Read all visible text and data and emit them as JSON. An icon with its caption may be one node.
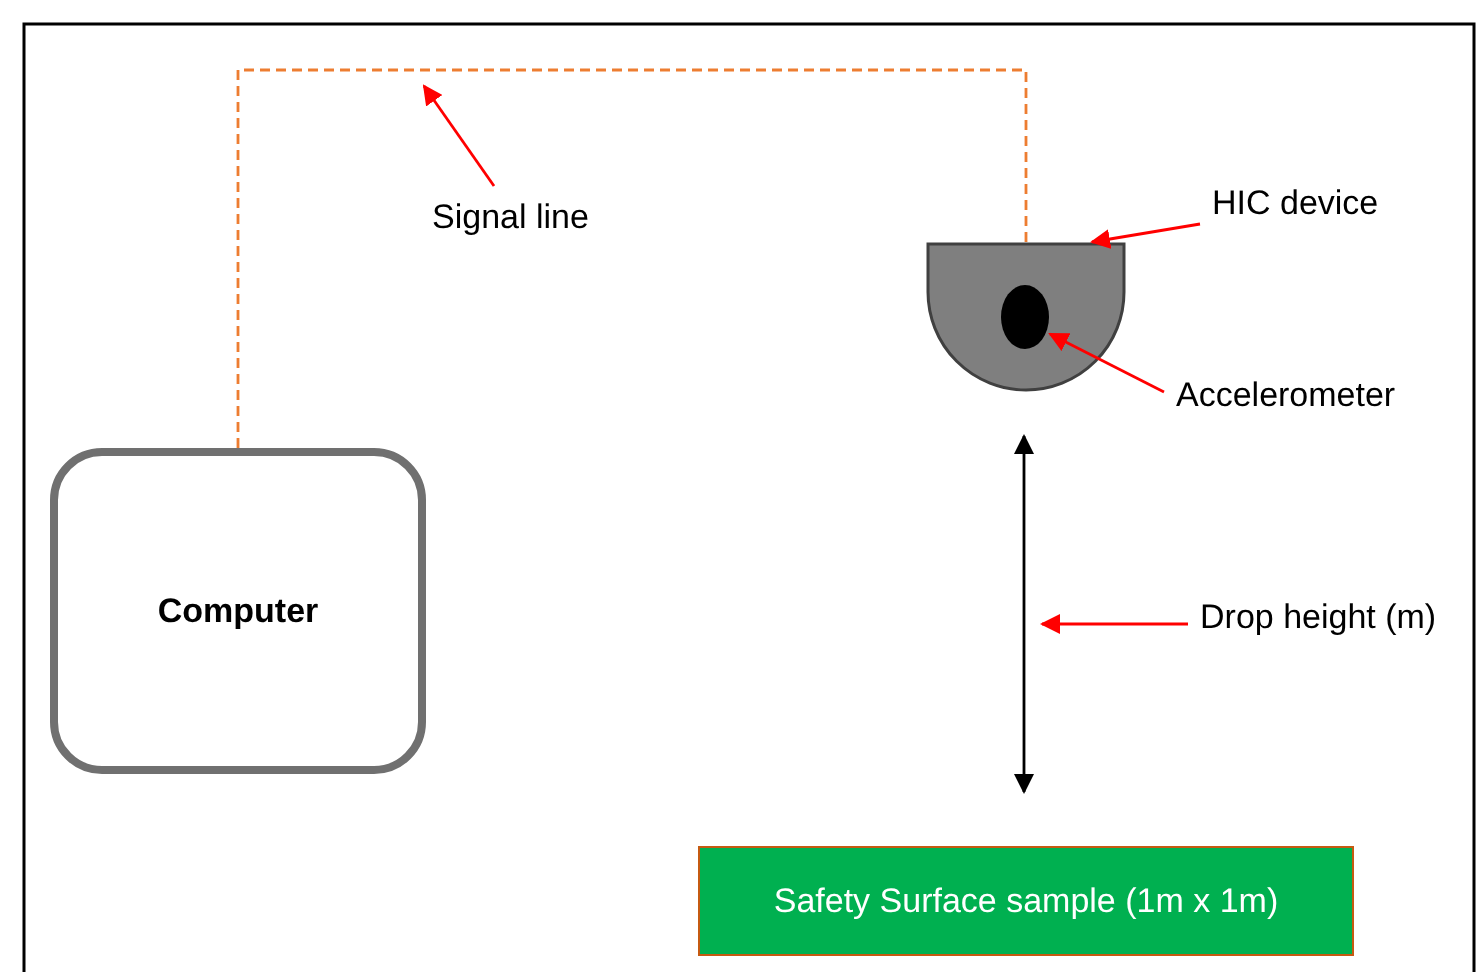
{
  "diagram": {
    "nodes": [
      {
        "text": [
          "Computer"
        ]
      },
      {
        "text": [],
        "shape": "picture"
      },
      {
        "text": [],
        "shape": "circle",
        "in": 1
      },
      {
        "text": [
          "Signal line"
        ]
      },
      {
        "text": [
          "HIC device"
        ]
      },
      {
        "text": [
          "Accelerometer"
        ]
      },
      {
        "text": [
          "Drop height (m)"
        ]
      },
      {
        "text": [
          "Safety Surface sample (1m x 1m)"
        ]
      }
    ],
    "edges": [
      {
        "from": 0,
        "to": 1,
        "arrow": "none",
        "style": "dashed",
        "color": "#ed7d31"
      },
      {
        "from": 3,
        "to": null,
        "arrow": "to"
      },
      {
        "from": 4,
        "to": 1,
        "arrow": "to"
      },
      {
        "from": 5,
        "to": 2,
        "arrow": "to"
      },
      {
        "from": 6,
        "to": null,
        "arrow": "to"
      }
    ]
  }
}
